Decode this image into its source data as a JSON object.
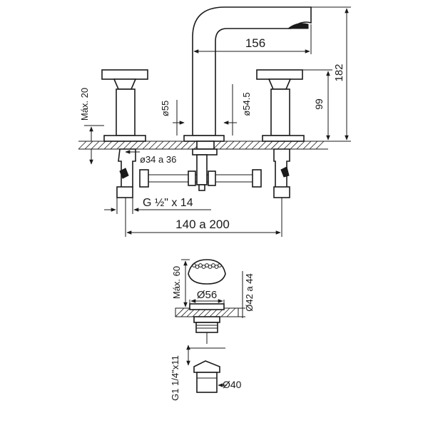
{
  "colors": {
    "line": "#1a1a1a",
    "background": "#ffffff"
  },
  "faucet": {
    "dimensions": {
      "spout_reach": "156",
      "total_height": "182",
      "handle_height": "99",
      "max_deck": "Máx. 20",
      "base_left": "ø55",
      "base_right": "ø54.5",
      "hole_diameter": "ø34 a 36",
      "thread": "G ½\" x 14",
      "center_spacing": "140 a 200"
    }
  },
  "drain": {
    "dimensions": {
      "max_height": "Máx. 60",
      "cap_diameter": "Ø56",
      "hole_range": "Ø42 a 44",
      "thread": "G1 1/4\"x11",
      "tail_diameter": "Ø40"
    }
  }
}
